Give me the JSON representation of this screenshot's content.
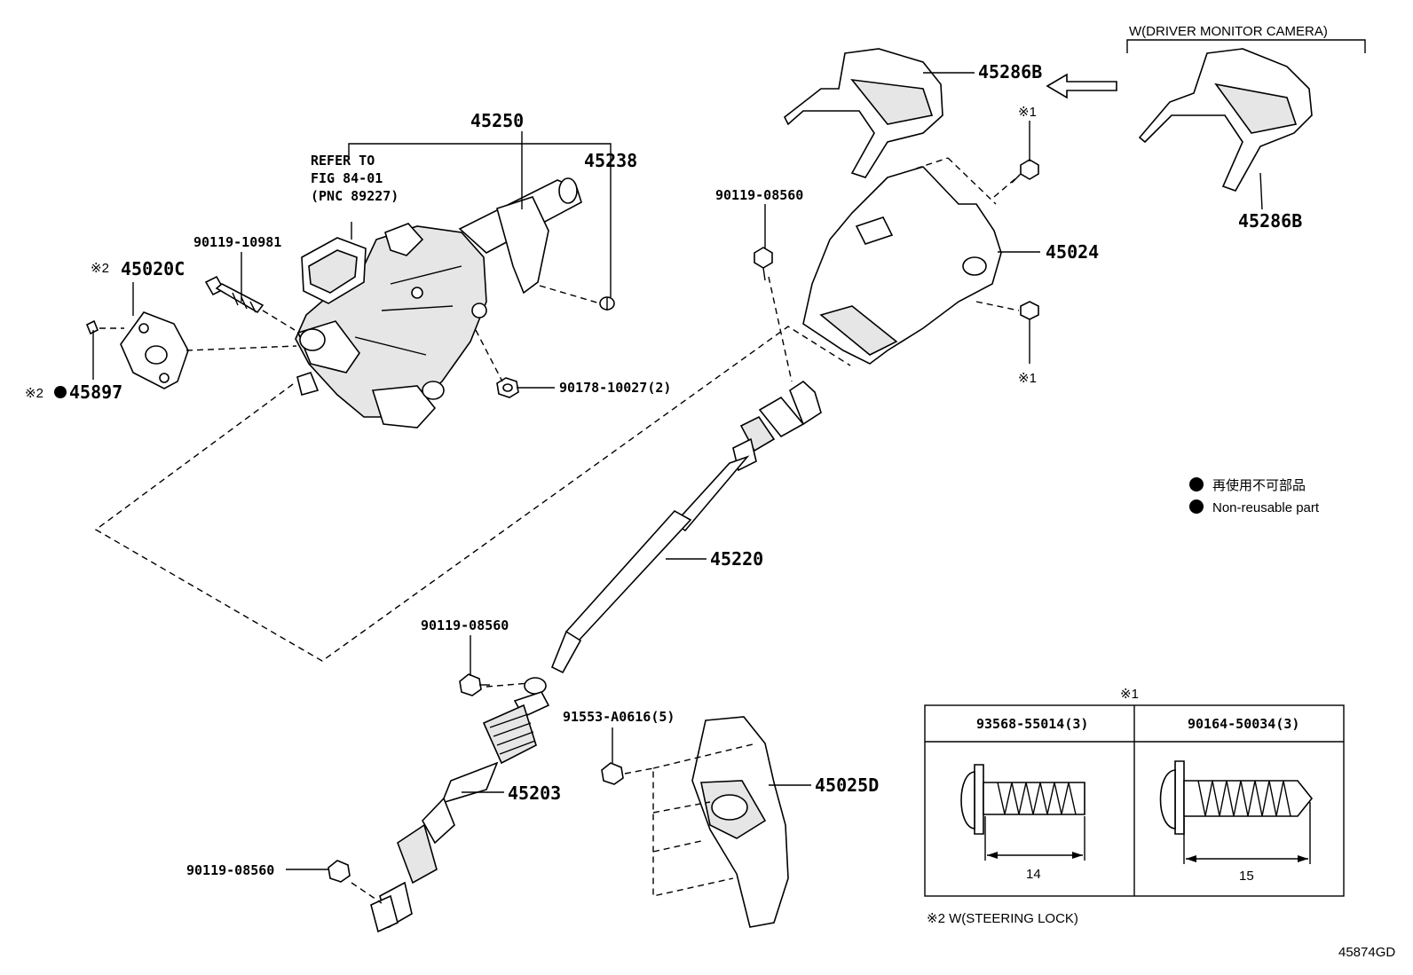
{
  "labels": {
    "p45250": "45250",
    "p45238": "45238",
    "refer1": "REFER TO",
    "refer2": "FIG 84-01",
    "refer3": "(PNC 89227)",
    "p9011910981": "90119-10981",
    "p45020c": "45020C",
    "p45897": "45897",
    "p9017810027": "90178-10027(2)",
    "p45286b_top": "45286B",
    "p45286b_cam": "45286B",
    "driver_monitor": "W(DRIVER MONITOR CAMERA)",
    "p45024": "45024",
    "p9011908560_a": "90119-08560",
    "p45220": "45220",
    "p9011908560_b": "90119-08560",
    "p91553": "91553-A0616(5)",
    "p45025d": "45025D",
    "p45203": "45203",
    "p9011908560_c": "90119-08560",
    "mark1_top": "※1",
    "mark1_bot": "※1",
    "mark2_45020c": "※2",
    "mark2_45897": "※2",
    "legend_ja": "再使用不可部品",
    "legend_en": "Non-reusable part",
    "steering_lock": "※2 W(STEERING LOCK)",
    "figure_id": "45874GD"
  },
  "table": {
    "title": "※1",
    "columns": [
      "93568-55014(3)",
      "90164-50034(3)"
    ],
    "dims": [
      "14",
      "15"
    ]
  }
}
